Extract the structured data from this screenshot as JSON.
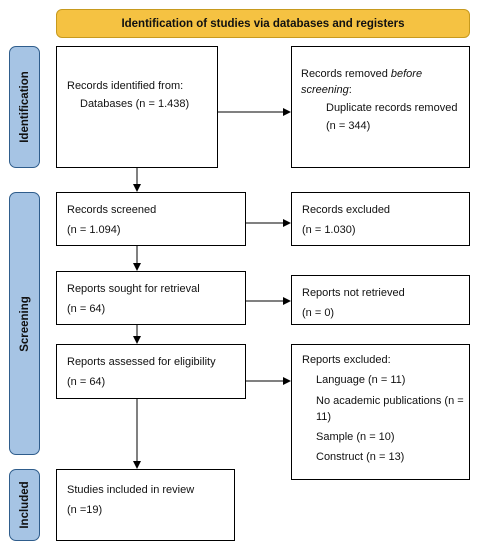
{
  "header": {
    "title": "Identification of studies via databases and registers"
  },
  "phases": {
    "identification": "Identification",
    "screening": "Screening",
    "included": "Included"
  },
  "boxes": {
    "records_identified": {
      "line1": "Records identified from:",
      "line2": "Databases (n = 1.438)"
    },
    "records_removed": {
      "line1_a": "Records removed ",
      "line1_b": "before",
      "line2": "screening",
      "line2_b": ":",
      "line3": "Duplicate records removed",
      "line4": "(n = 344)"
    },
    "records_screened": {
      "line1": "Records screened",
      "line2": "(n = 1.094)"
    },
    "records_excluded": {
      "line1": "Records excluded",
      "line2": "(n = 1.030)"
    },
    "reports_sought": {
      "line1": "Reports sought for retrieval",
      "line2": "(n = 64)"
    },
    "reports_not_retrieved": {
      "line1": "Reports not retrieved",
      "line2": "(n = 0)"
    },
    "reports_assessed": {
      "line1": "Reports assessed for eligibility",
      "line2": "(n = 64)"
    },
    "reports_excluded": {
      "title": "Reports excluded:",
      "items": [
        "Language (n = 11)",
        "No academic publications (n = 11)",
        "Sample (n = 10)",
        "Construct (n = 13)"
      ]
    },
    "studies_included": {
      "line1": "Studies included in review",
      "line2": "(n =19)"
    }
  }
}
